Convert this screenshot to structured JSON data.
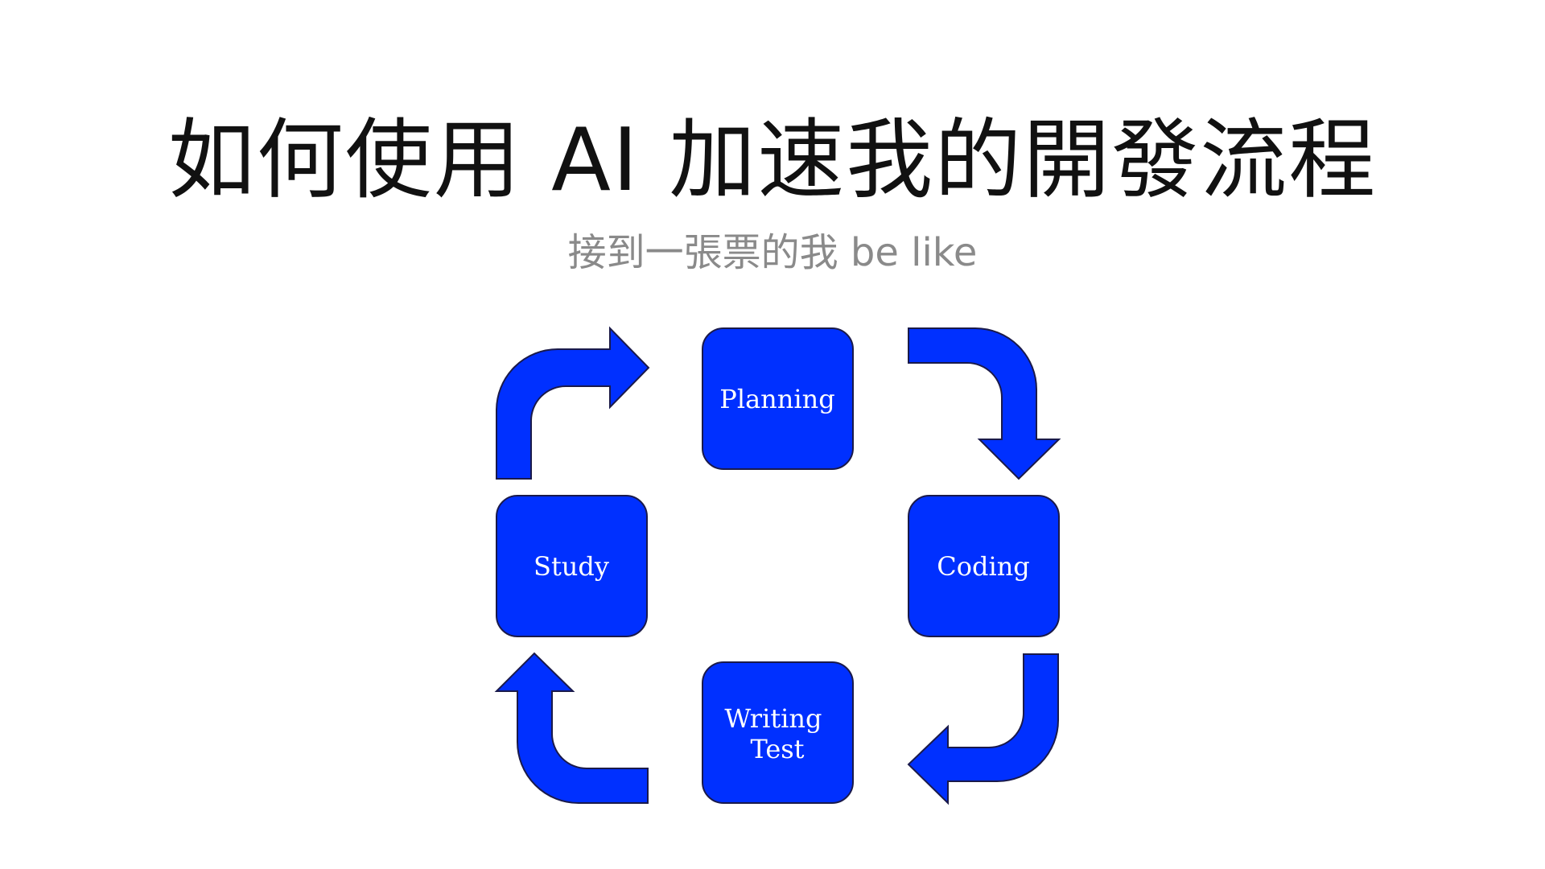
{
  "slide": {
    "title": "如何使用 AI 加速我的開發流程",
    "subtitle": "接到一張票的我 be like"
  },
  "cycle": {
    "fill_color": "#0030ff",
    "stroke_color": "#1a1a4a",
    "steps": [
      {
        "label_lines": [
          "Planning"
        ]
      },
      {
        "label_lines": [
          "Coding"
        ]
      },
      {
        "label_lines": [
          "Writing",
          "Test"
        ]
      },
      {
        "label_lines": [
          "Study"
        ]
      }
    ]
  }
}
